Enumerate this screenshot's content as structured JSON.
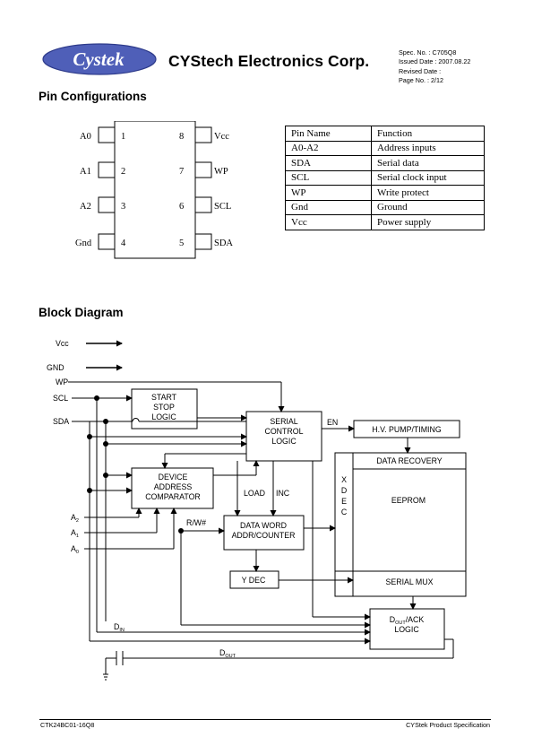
{
  "header": {
    "logo_text": "Cystek",
    "company": "CYStech Electronics Corp.",
    "spec_no": "Spec. No. : C705Q8",
    "issued_date": "Issued Date : 2007.08.22",
    "revised_date": "Revised Date :",
    "page_no": "Page No. : 2/12",
    "colors": {
      "logo_blue": "#4f5fb8",
      "logo_text": "#ffffff"
    }
  },
  "pin_config": {
    "title": "Pin Configurations",
    "left_pins": [
      {
        "name": "A0",
        "num": "1"
      },
      {
        "name": "A1",
        "num": "2"
      },
      {
        "name": "A2",
        "num": "3"
      },
      {
        "name": "Gnd",
        "num": "4"
      }
    ],
    "right_pins": [
      {
        "name": "Vcc",
        "num": "8"
      },
      {
        "name": "WP",
        "num": "7"
      },
      {
        "name": "SCL",
        "num": "6"
      },
      {
        "name": "SDA",
        "num": "5"
      }
    ],
    "table": {
      "headers": [
        "Pin Name",
        "Function"
      ],
      "rows": [
        [
          "A0-A2",
          "Address inputs"
        ],
        [
          "SDA",
          "Serial data"
        ],
        [
          "SCL",
          "Serial clock input"
        ],
        [
          "WP",
          "Write protect"
        ],
        [
          "Gnd",
          "Ground"
        ],
        [
          "Vcc",
          "Power supply"
        ]
      ]
    }
  },
  "block_diagram": {
    "title": "Block Diagram",
    "signals": {
      "vcc": "Vcc",
      "gnd": "GND",
      "wp": "WP",
      "scl": "SCL",
      "sda": "SDA",
      "a2": "A",
      "a2_sub": "2",
      "a1": "A",
      "a1_sub": "1",
      "a0": "A",
      "a0_sub": "0",
      "din": "D",
      "din_sub": "IN",
      "dout": "D",
      "dout_sub": "OUT",
      "en": "EN",
      "load": "LOAD",
      "inc": "INC",
      "rw": "R/W#"
    },
    "blocks": {
      "start_stop": [
        "START",
        "STOP",
        "LOGIC"
      ],
      "serial_control": [
        "SERIAL",
        "CONTROL",
        "LOGIC"
      ],
      "hv_pump": "H.V. PUMP/TIMING",
      "data_recovery": "DATA RECOVERY",
      "xdec": [
        "X",
        "D",
        "E",
        "C"
      ],
      "eeprom": "EEPROM",
      "device_addr": [
        "DEVICE",
        "ADDRESS",
        "COMPARATOR"
      ],
      "data_word": [
        "DATA WORD",
        "ADDR/COUNTER"
      ],
      "ydec": "Y DEC",
      "serial_mux": "SERIAL MUX",
      "dout_ack": {
        "d": "D",
        "sub": "OUT",
        "rest": "/ACK",
        "line2": "LOGIC"
      }
    }
  },
  "footer": {
    "left": "CTK24BC01-16Q8",
    "right": "CYStek Product Specification"
  }
}
